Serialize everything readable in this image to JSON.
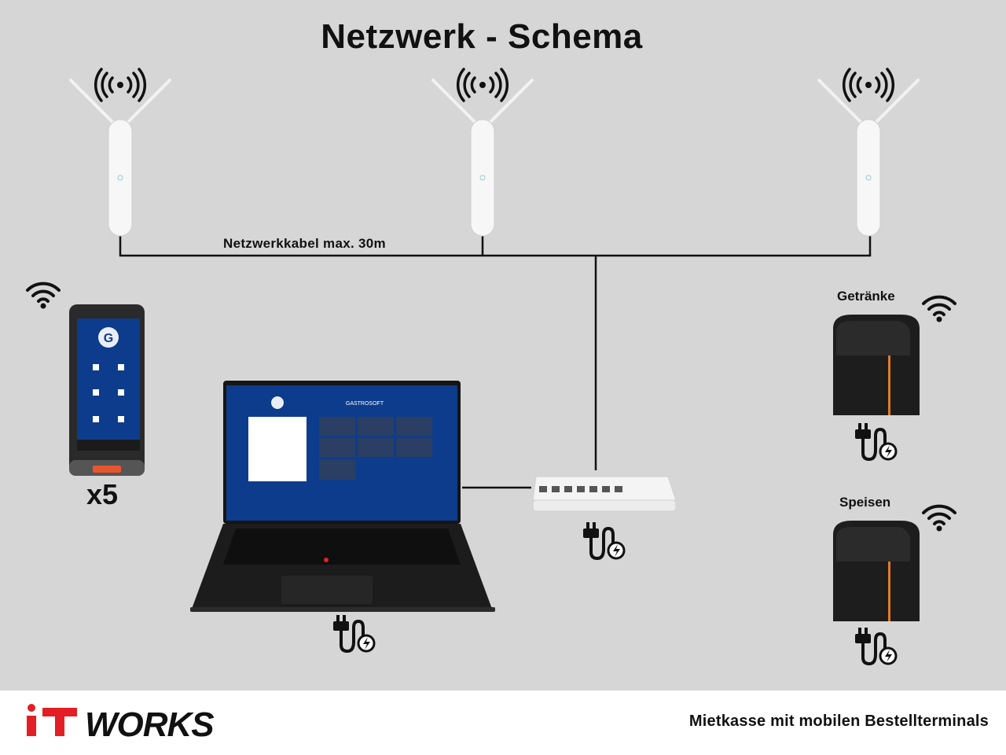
{
  "title": "Netzwerk - Schema",
  "cable_label": "Netzwerkkabel max. 30m",
  "devices": {
    "terminal_count": "x5",
    "printer_drinks": "Getränke",
    "printer_food": "Speisen",
    "laptop_brand": "GASTROSOFT"
  },
  "footer": {
    "logo": "IT WORKS",
    "tagline": "Mietkasse mit mobilen Bestellterminals"
  },
  "colors": {
    "background": "#d6d6d6",
    "screen_blue": "#0d3c8c",
    "logo_red": "#e31e24"
  }
}
